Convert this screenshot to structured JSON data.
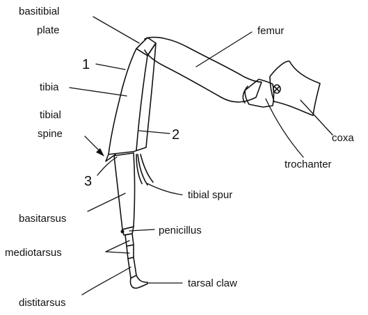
{
  "diagram": {
    "labels": {
      "basitibial_1": "basitibial",
      "basitibial_2": "plate",
      "femur": "femur",
      "marker_1": "1",
      "tibia": "tibia",
      "tibial_spine_1": "tibial",
      "tibial_spine_2": "spine",
      "marker_2": "2",
      "coxa": "coxa",
      "trochanter": "trochanter",
      "marker_3": "3",
      "tibial_spur": "tibial  spur",
      "basitarsus": "basitarsus",
      "penicillus": "penicillus",
      "mediotarsus": "mediotarsus",
      "tarsal_claw": "tarsal  claw",
      "distitarsus": "distitarsus"
    }
  }
}
